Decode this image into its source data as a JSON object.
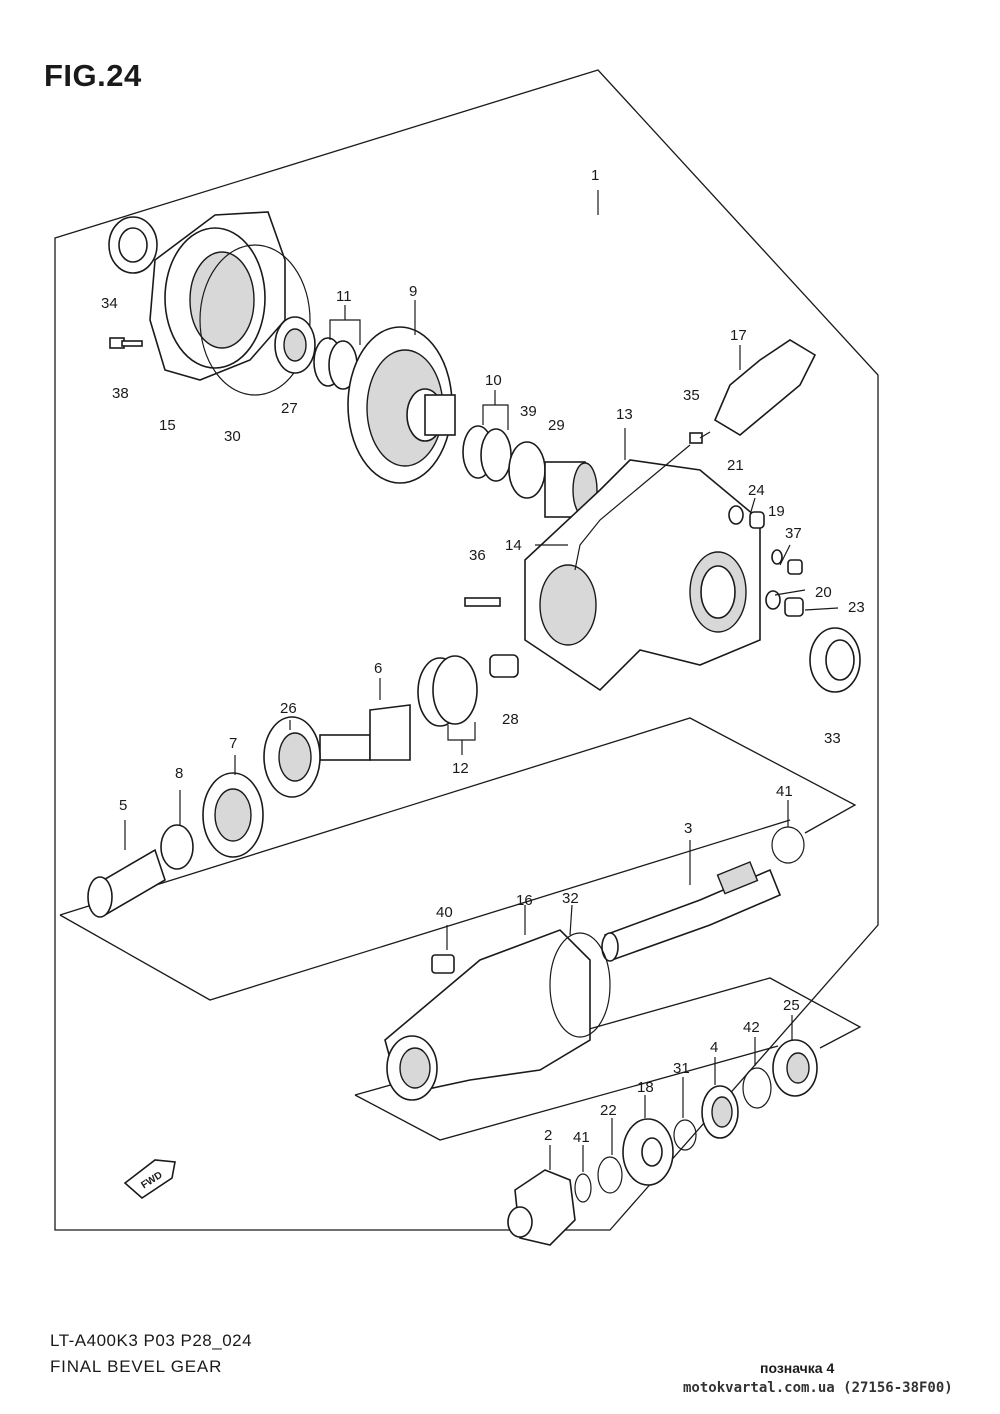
{
  "figure": {
    "title": "FIG.24",
    "model_code": "LT-A400K3 P03 P28_024",
    "name": "FINAL BEVEL GEAR"
  },
  "watermark": {
    "note": "позначка 4",
    "source": "motokvartal.com.ua (27156-38F00)"
  },
  "fwd_label": "FWD",
  "part_numbers": [
    "1",
    "2",
    "3",
    "4",
    "5",
    "6",
    "7",
    "8",
    "9",
    "10",
    "11",
    "12",
    "13",
    "14",
    "15",
    "16",
    "17",
    "18",
    "19",
    "20",
    "21",
    "22",
    "23",
    "24",
    "25",
    "26",
    "27",
    "28",
    "29",
    "30",
    "31",
    "32",
    "33",
    "34",
    "35",
    "36",
    "37",
    "38",
    "39",
    "40",
    "41",
    "41",
    "42"
  ]
}
